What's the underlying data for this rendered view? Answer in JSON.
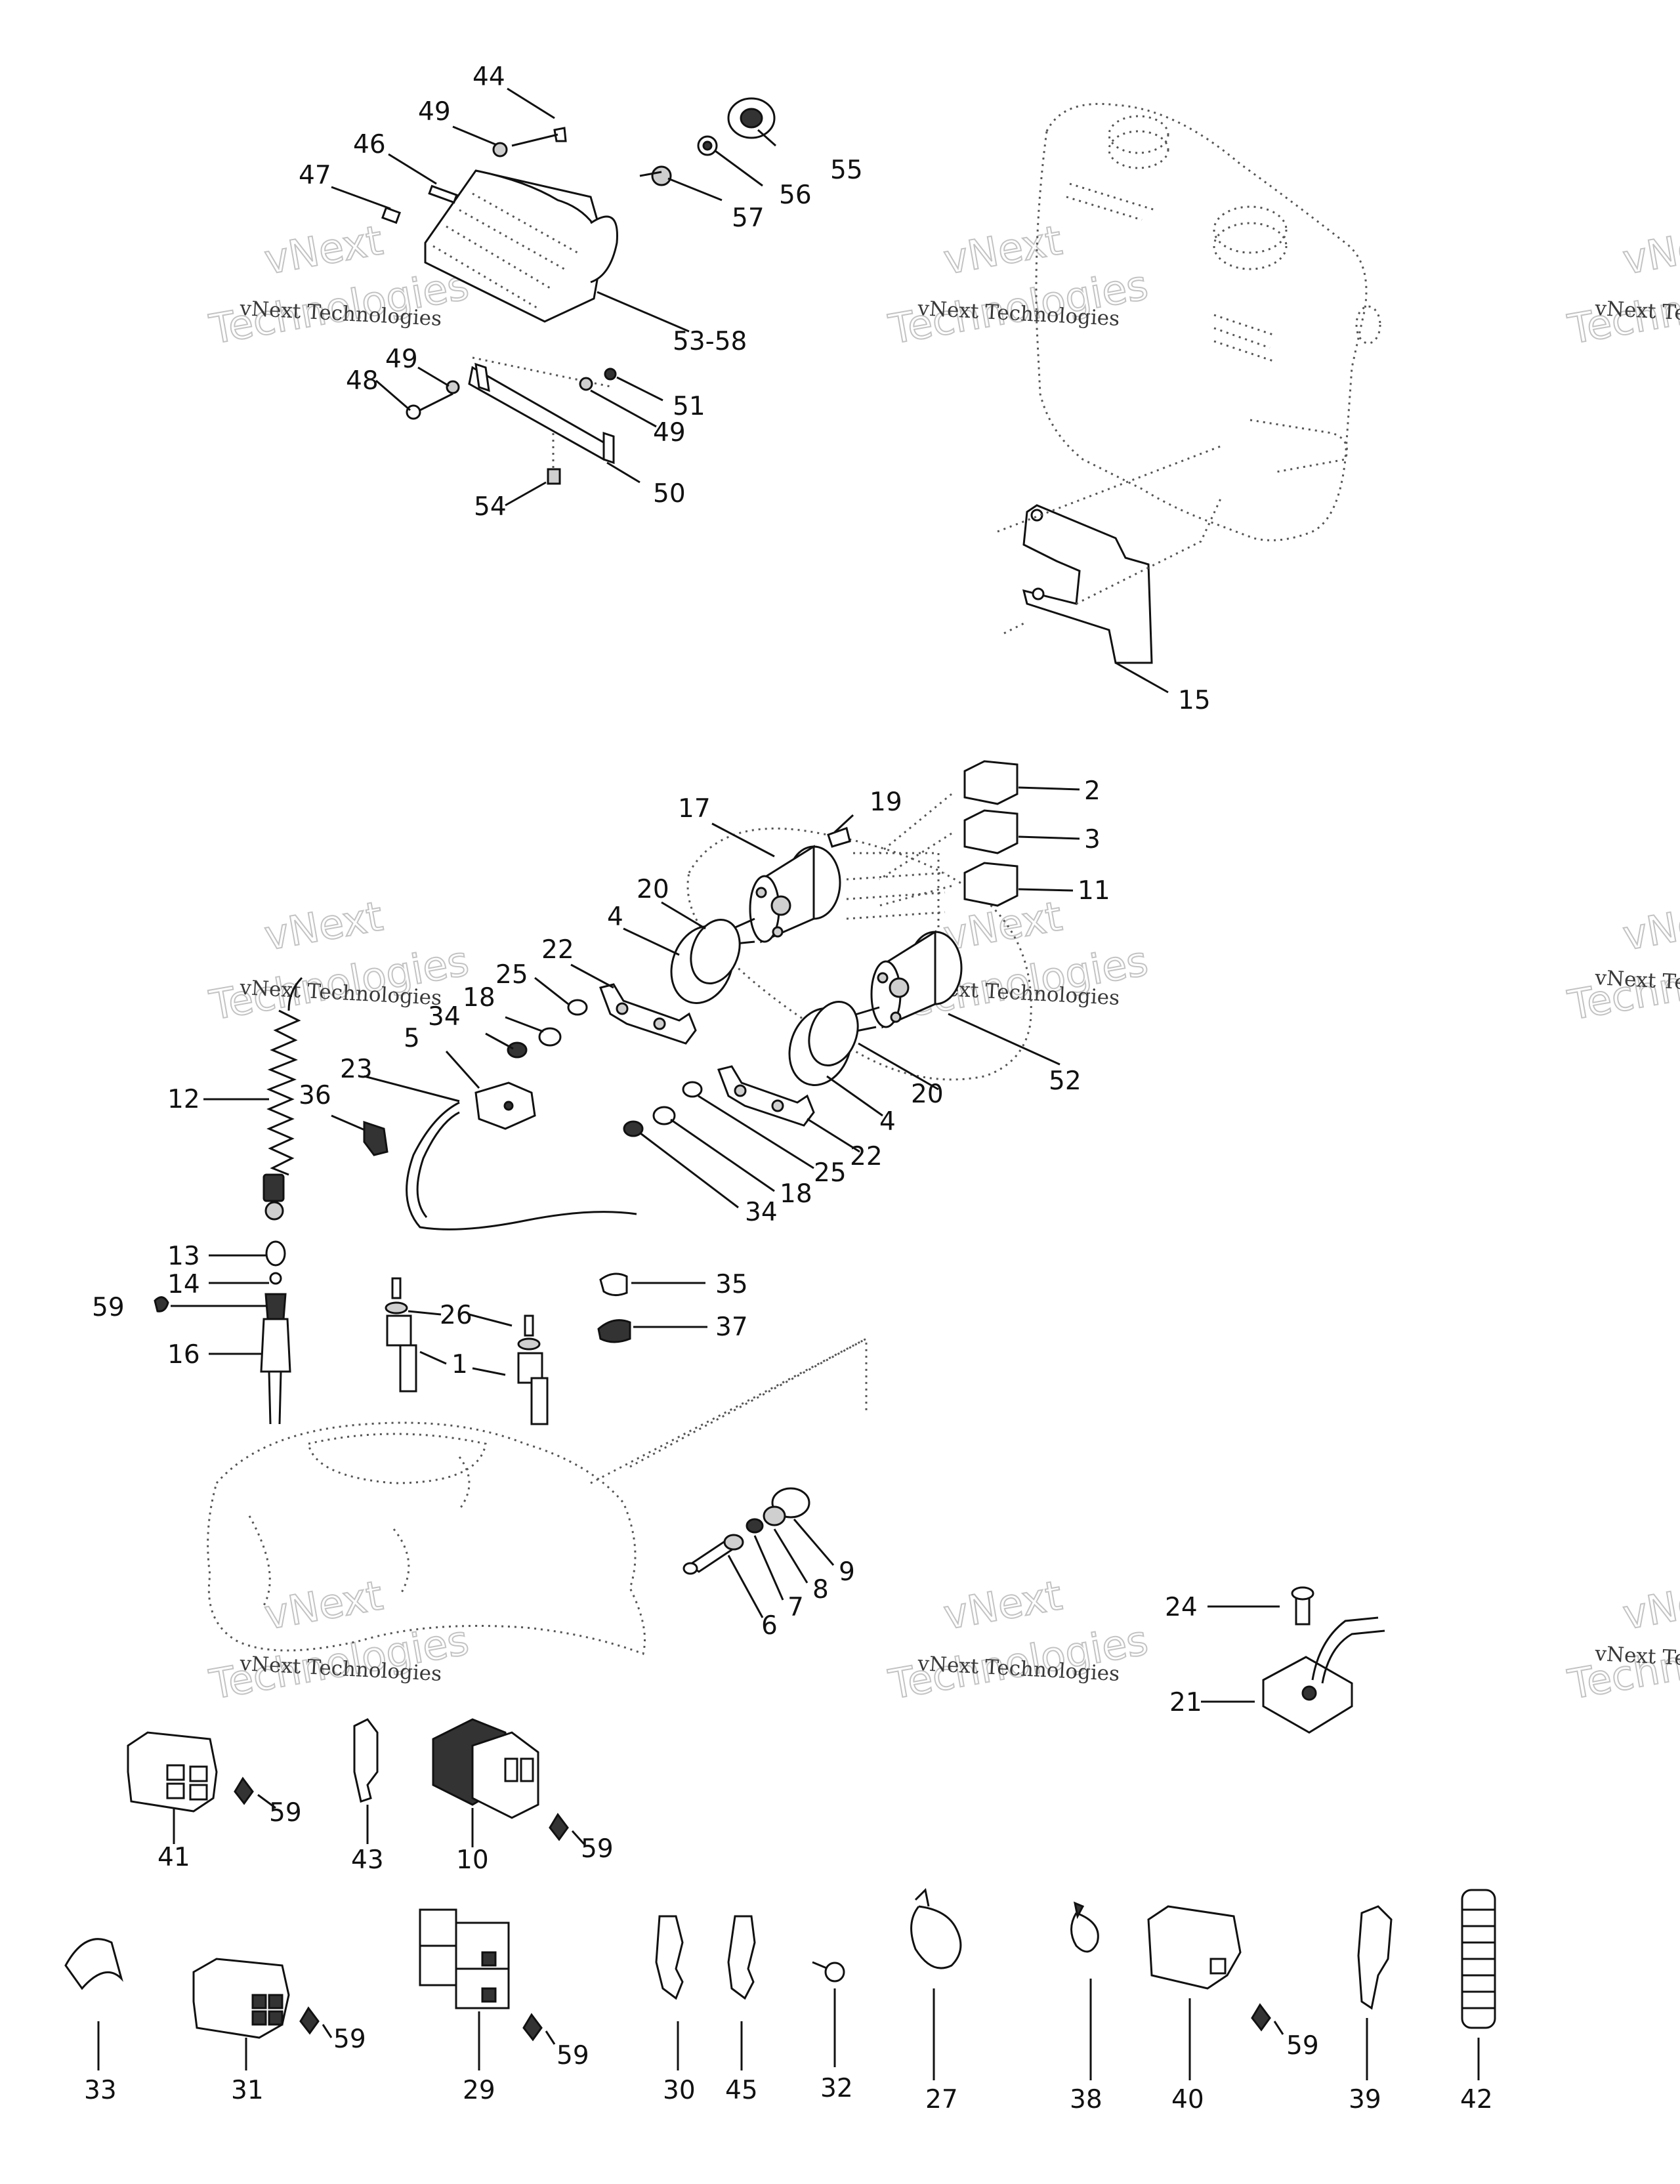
{
  "watermark": {
    "line1": "vNext Technologies",
    "line2": "vNext",
    "line3": "Technologies",
    "line4": "vNext Te",
    "line5": "Techno"
  },
  "callouts": [
    "44",
    "49",
    "46",
    "47",
    "55",
    "56",
    "57",
    "53-58",
    "48",
    "49",
    "51",
    "49",
    "50",
    "54",
    "15",
    "2",
    "17",
    "19",
    "3",
    "11",
    "20",
    "4",
    "22",
    "25",
    "18",
    "34",
    "5",
    "23",
    "36",
    "12",
    "52",
    "20",
    "4",
    "22",
    "25",
    "18",
    "34",
    "13",
    "14",
    "59",
    "16",
    "26",
    "1",
    "35",
    "37",
    "9",
    "8",
    "7",
    "6",
    "24",
    "21",
    "41",
    "59",
    "43",
    "10",
    "59",
    "33",
    "31",
    "59",
    "29",
    "59",
    "30",
    "45",
    "32",
    "27",
    "38",
    "40",
    "59",
    "39",
    "42"
  ]
}
